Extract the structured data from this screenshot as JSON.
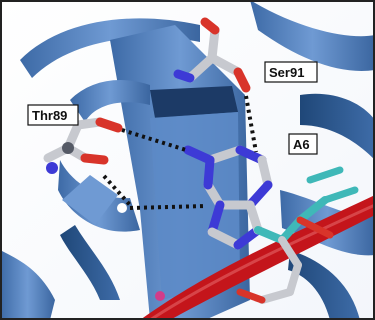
{
  "figure": {
    "labels": {
      "residue_1": "Ser91",
      "residue_2": "Thr89",
      "ligand": "A6"
    },
    "colors": {
      "protein_ribbon": "#5b88c4",
      "protein_ribbon_dark": "#2f5a94",
      "carbon": "#c7c9cf",
      "nitrogen": "#3d3ad6",
      "oxygen": "#d8342a",
      "rna_backbone": "#c4151b",
      "ligand_carbon_cyan": "#3fb8b8",
      "hbond": "#111111",
      "frame": "#222222"
    }
  }
}
